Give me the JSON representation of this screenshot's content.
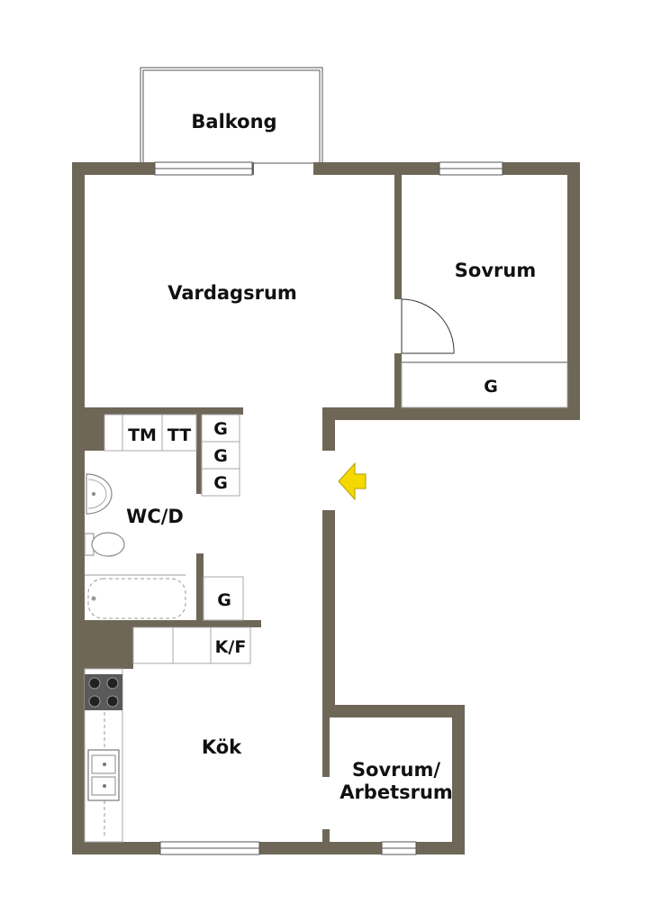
{
  "rooms": {
    "balcony": "Balkong",
    "living_room": "Vardagsrum",
    "bedroom": "Sovrum",
    "bathroom": "WC/D",
    "kitchen": "Kök",
    "study_line1": "Sovrum/",
    "study_line2": "Arbetsrum"
  },
  "fixtures": {
    "washer": "TM",
    "dryer": "TT",
    "wardrobe": "G",
    "fridge_freezer": "K/F"
  },
  "colors": {
    "wall": "#6e6757",
    "entrance_arrow": "#f5d800",
    "fixture_line": "#a8a8a8"
  },
  "icons": {
    "entrance": "entrance-arrow-icon",
    "toilet": "toilet-icon",
    "sink": "sink-icon",
    "bathtub": "bathtub-icon",
    "stove": "stove-icon",
    "kitchen_sink": "kitchen-sink-icon"
  }
}
